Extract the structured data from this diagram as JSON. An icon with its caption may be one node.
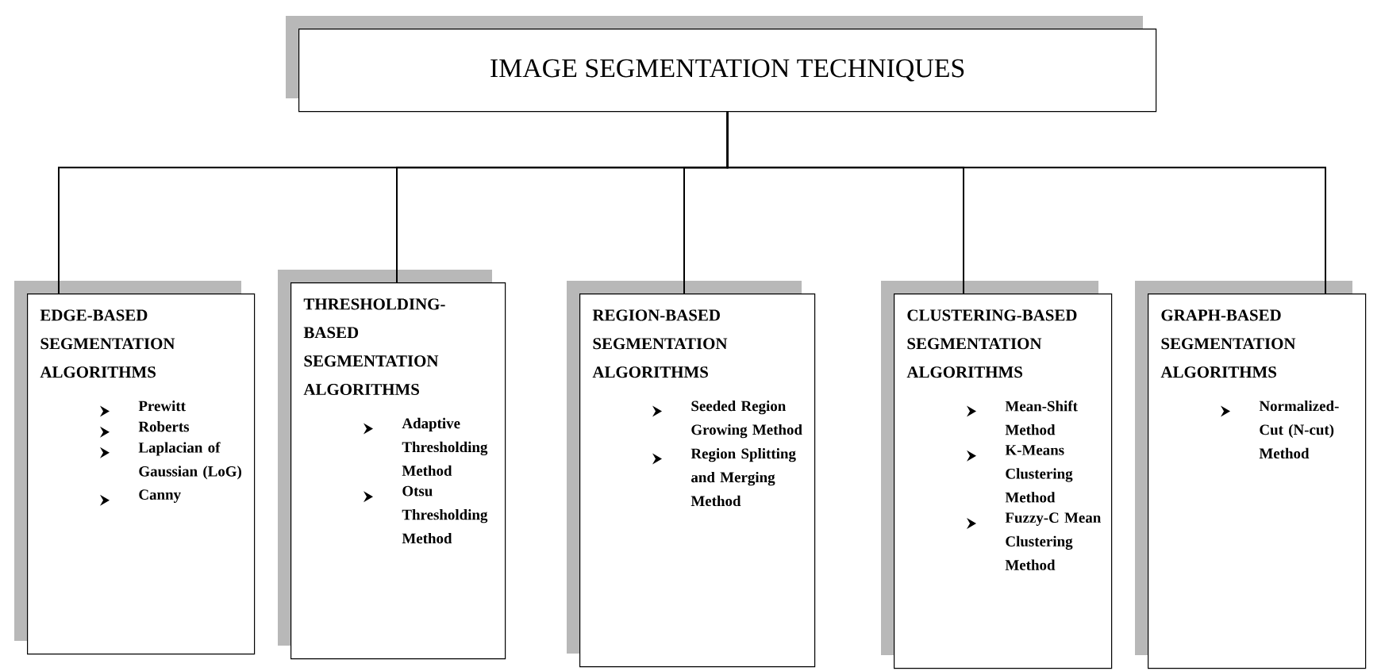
{
  "diagram": {
    "nodes": [
      {
        "text": [
          "IMAGE SEGMENTATION TECHNIQUES"
        ]
      },
      {
        "text": [
          "EDGE-BASED SEGMENTATION ALGORITHMS",
          "Prewitt",
          "Roberts",
          "Laplacian of Gaussian (LoG)",
          "Canny"
        ]
      },
      {
        "text": [
          "THRESHOLDING-BASED SEGMENTATION ALGORITHMS",
          "Adaptive Thresholding Method",
          "Otsu Thresholding Method"
        ]
      },
      {
        "text": [
          "REGION-BASED SEGMENTATION ALGORITHMS",
          "Seeded Region Growing Method",
          "Region Splitting and Merging Method"
        ]
      },
      {
        "text": [
          "CLUSTERING-BASED SEGMENTATION ALGORITHMS",
          "Mean-Shift Method",
          "K-Means Clustering Method",
          "Fuzzy-C Mean Clustering Method"
        ]
      },
      {
        "text": [
          "GRAPH-BASED SEGMENTATION ALGORITHMS",
          "Normalized-Cut (N-cut) Method"
        ]
      }
    ],
    "edges": [
      {
        "from": 0,
        "to": 1,
        "arrow": "none"
      },
      {
        "from": 0,
        "to": 2,
        "arrow": "none"
      },
      {
        "from": 0,
        "to": 3,
        "arrow": "none"
      },
      {
        "from": 0,
        "to": 4,
        "arrow": "none"
      },
      {
        "from": 0,
        "to": 5,
        "arrow": "none"
      }
    ]
  }
}
